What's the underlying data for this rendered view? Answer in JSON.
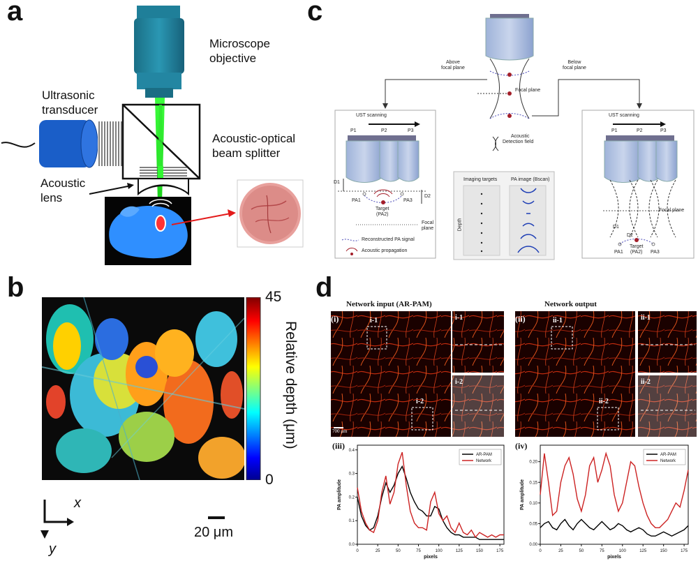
{
  "panels": {
    "a": "a",
    "b": "b",
    "c": "c",
    "d": "d"
  },
  "panel_a": {
    "objective_label": [
      "Microscope",
      "objective"
    ],
    "transducer_label": [
      "Ultrasonic",
      "transducer"
    ],
    "splitter_label": [
      "Acoustic-optical",
      "beam splitter"
    ],
    "lens_label": [
      "Acoustic",
      "lens"
    ]
  },
  "panel_b": {
    "colorbar": {
      "max": "45",
      "min": "0",
      "label": "Relative depth (μm)"
    },
    "scale": "20 μm",
    "axis_x": "x",
    "axis_y": "y"
  },
  "panel_c": {
    "above": [
      "Above",
      "focal plane"
    ],
    "below": [
      "Below",
      "focal plane"
    ],
    "focal_plane": "Focal plane",
    "detection": [
      "Acoustic",
      "Detection field"
    ],
    "ust_scanning": "UST scanning",
    "p_labels": [
      "P1",
      "P2",
      "P3"
    ],
    "d1": "D1",
    "d2": "D2",
    "pa1": "PA1",
    "pa3": "PA3",
    "target": [
      "Target",
      "(PA2)"
    ],
    "focal_plane_short": [
      "Focal",
      "plane"
    ],
    "legend": [
      "Reconstructed PA signal",
      "Acoustic propagation"
    ],
    "imaging_targets": "Imaging targets",
    "pa_image": "PA image (Bscan)",
    "depth": "Depth"
  },
  "panel_d": {
    "input_title": "Network input (AR-PAM)",
    "output_title": "Network output",
    "sub_i": "(i)",
    "sub_ii": "(ii)",
    "sub_iii": "(iii)",
    "sub_iv": "(iv)",
    "insets_i": [
      "i-1",
      "i-2"
    ],
    "insets_ii": [
      "ii-1",
      "ii-2"
    ],
    "scalebar": "700 μm",
    "xlabel": "pixels",
    "ylabel": "PA amplitude",
    "legend": [
      "AR-PAM",
      "Network"
    ]
  },
  "chart_data": [
    {
      "type": "line",
      "panel": "iii",
      "xlabel": "pixels",
      "ylabel": "PA amplitude",
      "xticks": [
        0,
        25,
        50,
        75,
        100,
        125,
        150,
        175
      ],
      "yticks": [
        "0.0",
        "0.1",
        "0.2",
        "0.3",
        "0.4"
      ],
      "xlim": [
        0,
        180
      ],
      "ylim": [
        0,
        0.42
      ],
      "legend_position": "top-right",
      "series": [
        {
          "name": "AR-PAM",
          "color": "#000000",
          "x": [
            0,
            5,
            10,
            15,
            20,
            25,
            30,
            35,
            40,
            45,
            50,
            55,
            60,
            65,
            70,
            75,
            80,
            85,
            90,
            95,
            100,
            105,
            110,
            115,
            120,
            125,
            130,
            135,
            140,
            145,
            150,
            155,
            160,
            165,
            170,
            175,
            180
          ],
          "y": [
            0.2,
            0.12,
            0.08,
            0.06,
            0.07,
            0.12,
            0.2,
            0.26,
            0.22,
            0.25,
            0.3,
            0.33,
            0.28,
            0.22,
            0.18,
            0.15,
            0.14,
            0.12,
            0.12,
            0.16,
            0.15,
            0.1,
            0.07,
            0.05,
            0.04,
            0.04,
            0.03,
            0.03,
            0.03,
            0.03,
            0.02,
            0.02,
            0.02,
            0.02,
            0.02,
            0.02,
            0.02
          ]
        },
        {
          "name": "Network",
          "color": "#cc2222",
          "x": [
            0,
            5,
            10,
            15,
            20,
            25,
            30,
            35,
            40,
            45,
            50,
            55,
            60,
            65,
            70,
            75,
            80,
            85,
            90,
            95,
            100,
            105,
            110,
            115,
            120,
            125,
            130,
            135,
            140,
            145,
            150,
            155,
            160,
            165,
            170,
            175,
            180
          ],
          "y": [
            0.24,
            0.14,
            0.09,
            0.06,
            0.05,
            0.1,
            0.22,
            0.29,
            0.17,
            0.22,
            0.34,
            0.39,
            0.25,
            0.14,
            0.09,
            0.07,
            0.07,
            0.06,
            0.18,
            0.22,
            0.13,
            0.1,
            0.12,
            0.07,
            0.05,
            0.09,
            0.05,
            0.04,
            0.06,
            0.03,
            0.05,
            0.04,
            0.03,
            0.04,
            0.03,
            0.04,
            0.04
          ]
        }
      ]
    },
    {
      "type": "line",
      "panel": "iv",
      "xlabel": "pixels",
      "ylabel": "PA amplitude",
      "xticks": [
        0,
        25,
        50,
        75,
        100,
        125,
        150,
        175
      ],
      "yticks": [
        "0.00",
        "0.05",
        "0.10",
        "0.15",
        "0.20"
      ],
      "xlim": [
        0,
        180
      ],
      "ylim": [
        0,
        0.24
      ],
      "legend_position": "top-right",
      "series": [
        {
          "name": "AR-PAM",
          "color": "#000000",
          "x": [
            0,
            5,
            10,
            15,
            20,
            25,
            30,
            35,
            40,
            45,
            50,
            55,
            60,
            65,
            70,
            75,
            80,
            85,
            90,
            95,
            100,
            105,
            110,
            115,
            120,
            125,
            130,
            135,
            140,
            145,
            150,
            155,
            160,
            165,
            170,
            175,
            180
          ],
          "y": [
            0.04,
            0.05,
            0.055,
            0.04,
            0.035,
            0.05,
            0.06,
            0.045,
            0.035,
            0.05,
            0.06,
            0.05,
            0.04,
            0.035,
            0.045,
            0.055,
            0.045,
            0.035,
            0.04,
            0.05,
            0.045,
            0.035,
            0.03,
            0.035,
            0.04,
            0.035,
            0.025,
            0.02,
            0.02,
            0.025,
            0.03,
            0.025,
            0.02,
            0.025,
            0.03,
            0.035,
            0.045
          ]
        },
        {
          "name": "Network",
          "color": "#cc2222",
          "x": [
            0,
            5,
            10,
            15,
            20,
            25,
            30,
            35,
            40,
            45,
            50,
            55,
            60,
            65,
            70,
            75,
            80,
            85,
            90,
            95,
            100,
            105,
            110,
            115,
            120,
            125,
            130,
            135,
            140,
            145,
            150,
            155,
            160,
            165,
            170,
            175,
            180
          ],
          "y": [
            0.12,
            0.22,
            0.15,
            0.07,
            0.08,
            0.15,
            0.19,
            0.21,
            0.17,
            0.11,
            0.08,
            0.12,
            0.19,
            0.21,
            0.15,
            0.18,
            0.22,
            0.19,
            0.12,
            0.08,
            0.1,
            0.15,
            0.2,
            0.19,
            0.14,
            0.1,
            0.07,
            0.05,
            0.04,
            0.04,
            0.05,
            0.06,
            0.08,
            0.1,
            0.09,
            0.13,
            0.18
          ]
        }
      ]
    }
  ]
}
